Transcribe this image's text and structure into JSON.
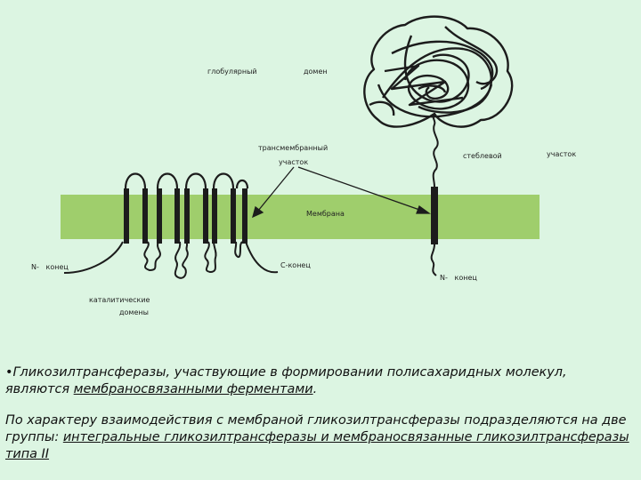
{
  "colors": {
    "background": "#dcf5e2",
    "membrane": "#9fce6c",
    "protein": "#1c1c1c"
  },
  "labels": {
    "globular": "глобулярный",
    "domain": "домен",
    "transmembrane_1": "трансмембранный",
    "transmembrane_2": "участок",
    "stem": "стеблевой",
    "stem_region": "участок",
    "membrane": "Мембрана",
    "n_end_left": "N-   конец",
    "c_end": "С-конец",
    "n_end_right": "N-   конец",
    "catalytic_1": "каталитические",
    "catalytic_2": "домены"
  },
  "text": {
    "p1_bullet": "•",
    "p1_a": "Гликозилтрансферазы, участвующие в формировании полисахаридных молекул, являются ",
    "p1_u": "мембраносвязанными ферментами",
    "p1_end": ".",
    "p2_a": "По характеру взаимодействия с мембраной гликозилтрансферазы подразделяются на две группы: ",
    "p2_u": "интегральные гликозилтрансферазы и мембраносвязанные гликозилтрансферазы типа II"
  }
}
